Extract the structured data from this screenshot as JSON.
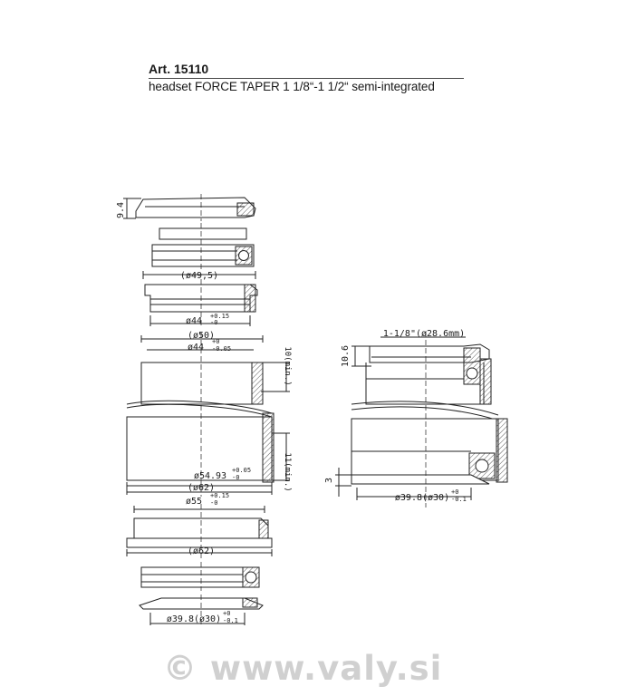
{
  "header": {
    "article": "Art. 15110",
    "description": "headset FORCE TAPER 1 1/8“-1 1/2“ semi-integrated"
  },
  "dimensions": {
    "top_cap_height": "9.4",
    "bearing_seat_diameter": "(ø49,5)",
    "upper_cup_inner": "ø44",
    "upper_cup_inner_tol": "+0.15",
    "upper_cup_inner_tol2": "-0",
    "head_tube_upper_outer": "(ø50)",
    "head_tube_upper_inner": "ø44",
    "head_tube_upper_inner_tol": "+0",
    "head_tube_upper_inner_tol2": "-0.05",
    "upper_depth": "10(min.)",
    "lower_depth": "11(min.)",
    "head_tube_lower_inner": "ø54.93",
    "head_tube_lower_inner_tol": "+0.05",
    "head_tube_lower_inner_tol2": "-0",
    "head_tube_lower_outer": "(ø62)",
    "lower_cup_inner": "ø55",
    "lower_cup_inner_tol": "+0.15",
    "lower_cup_inner_tol2": "-0",
    "lower_cup_outer": "(ø62)",
    "crown_race": "ø39.8(ø30)",
    "crown_race_tol": "+0",
    "crown_race_tol2": "-0.1",
    "steerer": "1-1/8\"(ø28.6mm)",
    "stack_upper": "10.6",
    "stack_lower": "3",
    "assembly_crown_race": "ø39.8(ø30)",
    "assembly_crown_race_tol": "+0",
    "assembly_crown_race_tol2": "-0.1"
  },
  "watermark": "© www.valy.si"
}
